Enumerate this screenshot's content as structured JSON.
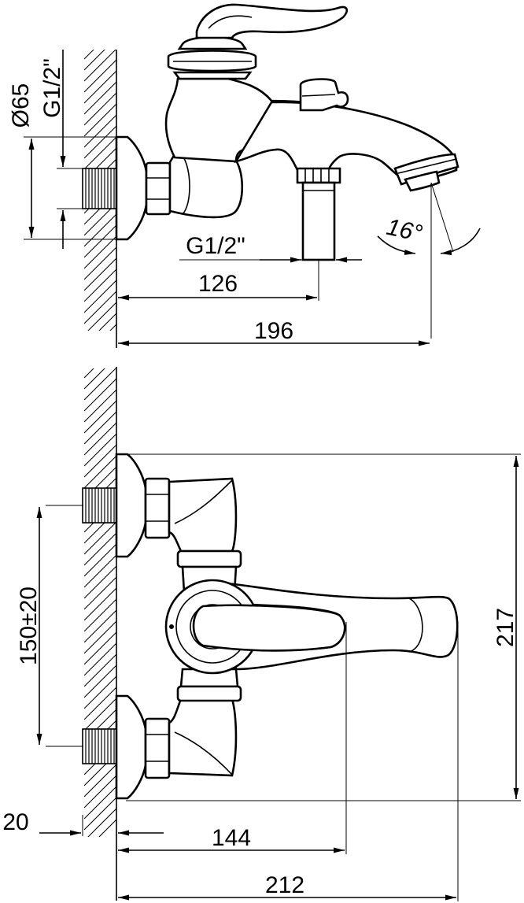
{
  "labels": {
    "diameter": "Ø65",
    "thread_top_vertical": "G1/2\"",
    "thread_connection": "G1/2\"",
    "dim_126": "126",
    "dim_196": "196",
    "angle": "16°",
    "dim_150": "150±20",
    "dim_217": "217",
    "dim_20": "20",
    "dim_144": "144",
    "dim_212": "212"
  }
}
